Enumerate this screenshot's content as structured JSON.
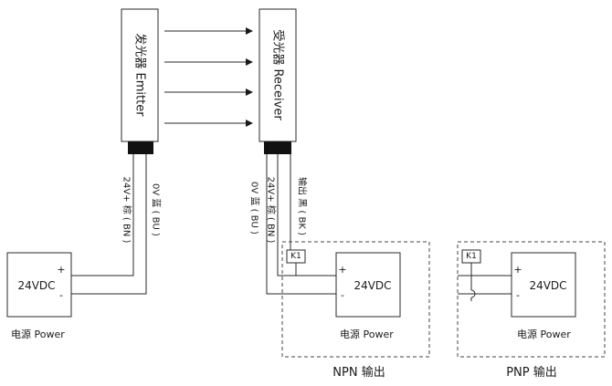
{
  "emitter": {
    "label": "发光器 Emitter"
  },
  "receiver": {
    "label": "受光器  Receiver"
  },
  "emitter_wires": {
    "pos": "24V+ 棕 ( BN )",
    "neg": "0V 蓝 ( BU )"
  },
  "receiver_wires": {
    "neg": "0V 蓝 ( BU )",
    "pos": "24V+ 棕 ( BN )",
    "out": "输出 黑 ( BK )"
  },
  "supply": {
    "voltage": "24VDC",
    "plus": "+",
    "minus": "-",
    "caption": "电源 Power"
  },
  "relay": {
    "label": "K1"
  },
  "npn": {
    "title": "NPN 输出"
  },
  "pnp": {
    "title": "PNP 输出"
  },
  "colors": {
    "line": "#2a2a2a",
    "connector": "#111111"
  }
}
